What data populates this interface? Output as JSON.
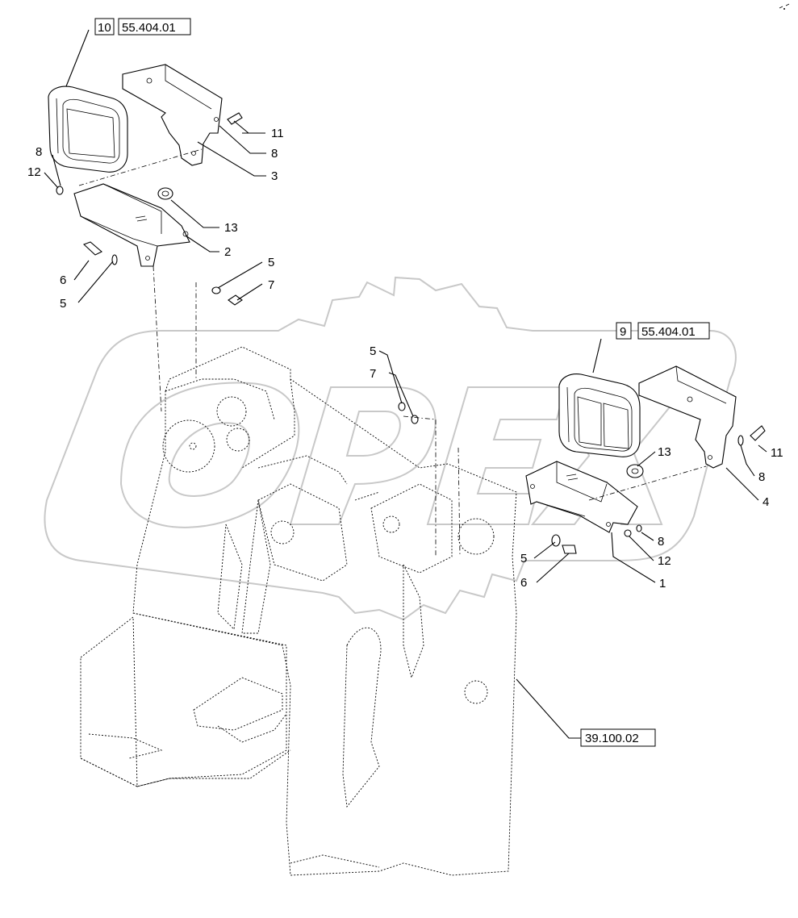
{
  "diagram": {
    "watermark_text": "OPEX",
    "references": [
      {
        "index": "10",
        "code": "55.404.01"
      },
      {
        "index": "9",
        "code": "55.404.01"
      },
      {
        "code": "39.100.02"
      }
    ],
    "callouts_left": [
      "11",
      "8",
      "3",
      "8",
      "12",
      "13",
      "2",
      "6",
      "5",
      "5",
      "7"
    ],
    "callouts_right": [
      "5",
      "7",
      "13",
      "11",
      "8",
      "4",
      "8",
      "12",
      "1",
      "5",
      "6"
    ]
  }
}
